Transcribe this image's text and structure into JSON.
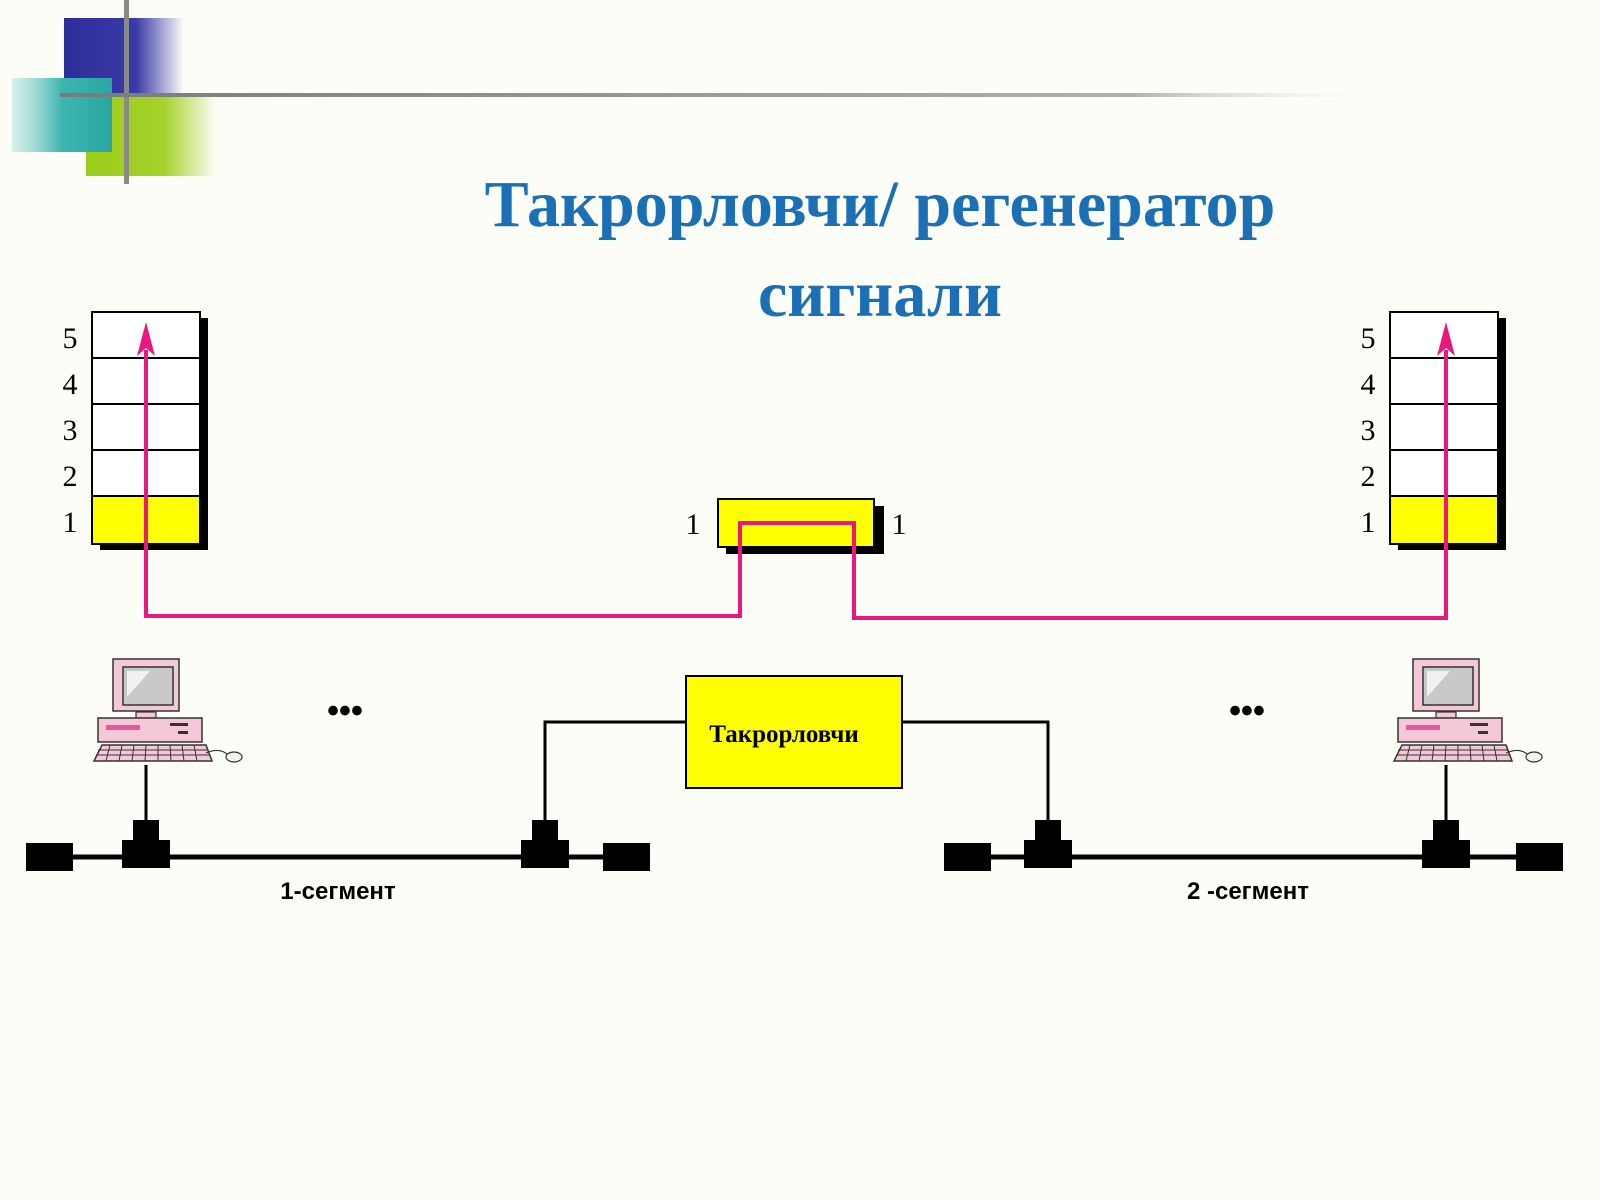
{
  "slide": {
    "title_line1": "Такрорловчи/ регенератор",
    "title_line2": "сигнали"
  },
  "diagram": {
    "layer_numbers": [
      "5",
      "4",
      "3",
      "2",
      "1"
    ],
    "repeater_port_left": "1",
    "repeater_port_right": "1",
    "repeater_label": "Такрорловчи",
    "segment1_label": "1-сегмент",
    "segment2_label": "2 -сегмент",
    "ellipsis": "•••"
  },
  "colors": {
    "title": "#1a6fb5",
    "signal_path": "#e8197a",
    "highlight_layer": "#ffff00",
    "repeater_fill": "#ffff00",
    "cable": "#000000"
  },
  "icons": {
    "workstation": "computer-icon",
    "t_connector": "t-connector-icon",
    "terminator": "terminator-icon",
    "arrow": "arrow-up-icon"
  }
}
